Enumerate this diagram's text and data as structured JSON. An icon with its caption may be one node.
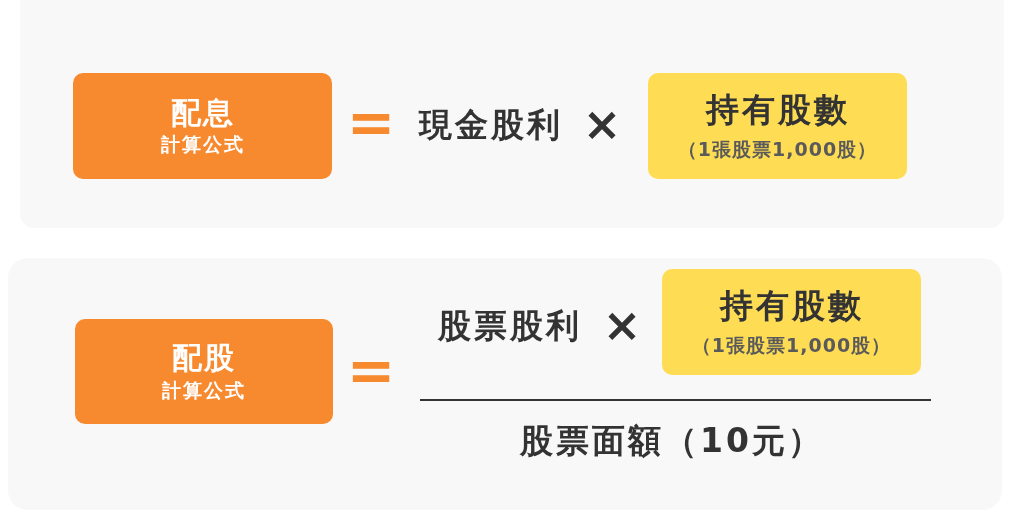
{
  "diagram": {
    "nodes": [
      {
        "text": [
          "配息",
          "計算公式"
        ]
      },
      {
        "text": [
          "持有股數",
          "（1張股票1,000股）"
        ]
      },
      {
        "text": [
          "配股",
          "計算公式"
        ]
      },
      {
        "text": [
          "持有股數",
          "（1張股票1,000股）"
        ]
      }
    ],
    "labels": [
      "=",
      "現金股利",
      "×",
      "=",
      "股票股利",
      "×",
      "股票面額（10元）"
    ]
  }
}
